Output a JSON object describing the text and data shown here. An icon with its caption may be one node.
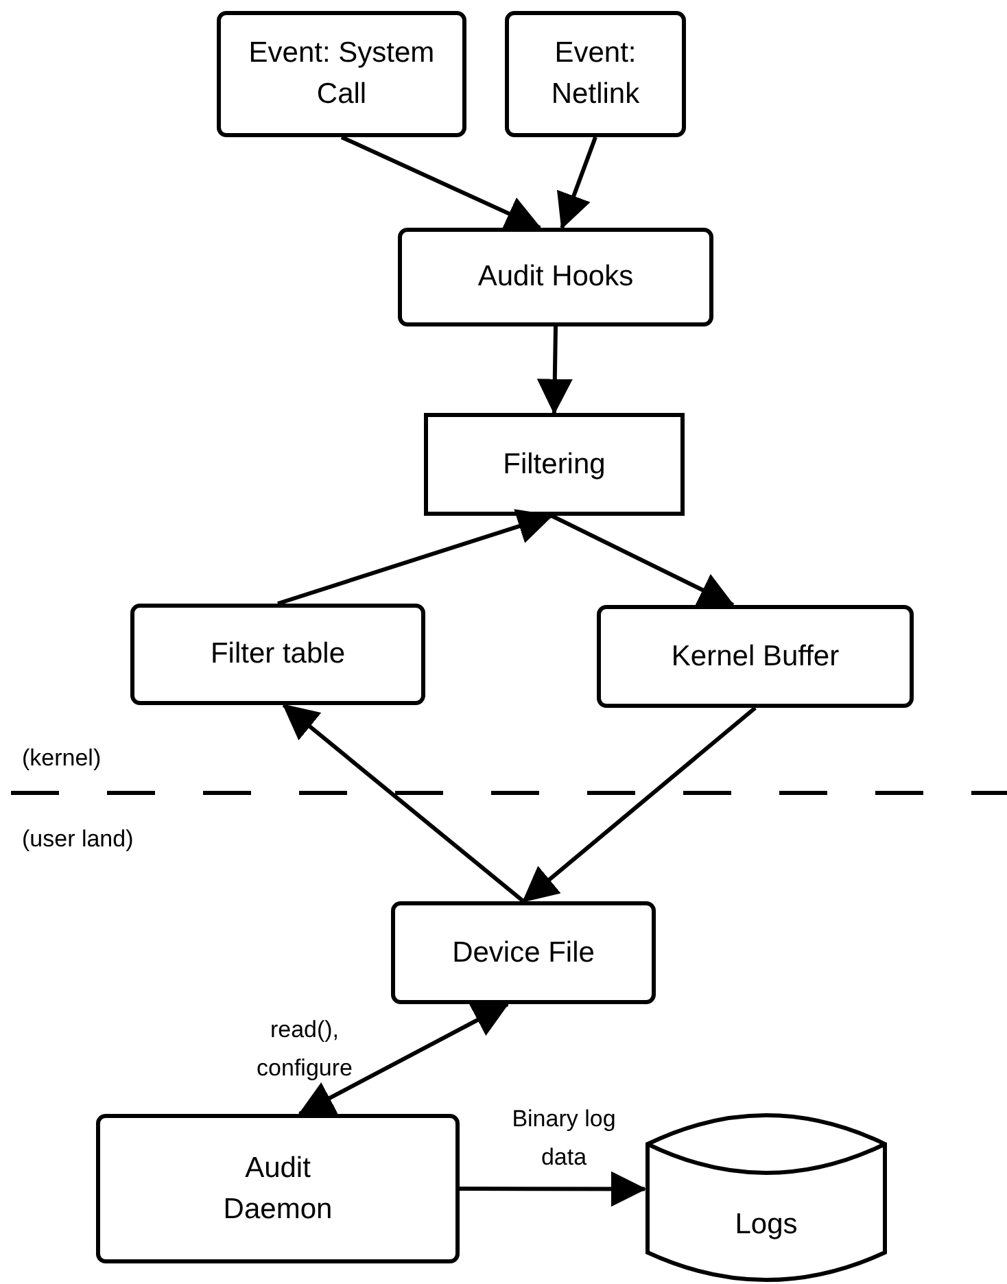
{
  "diagram": {
    "nodes": [
      {
        "text": [
          "Event: System Call"
        ]
      },
      {
        "text": [
          "Event: Netlink"
        ]
      },
      {
        "text": [
          "Audit Hooks"
        ]
      },
      {
        "text": [
          "Filtering"
        ]
      },
      {
        "text": [
          "Filter table"
        ]
      },
      {
        "text": [
          "Kernel Buffer"
        ]
      },
      {
        "text": [
          "Device File"
        ]
      },
      {
        "text": [
          "Audit Daemon"
        ]
      },
      {
        "text": [
          "Logs"
        ]
      }
    ],
    "edges": [
      {
        "from": 0,
        "to": 2,
        "arrow": "to"
      },
      {
        "from": 1,
        "to": 2,
        "arrow": "to"
      },
      {
        "from": 2,
        "to": 3,
        "arrow": "to"
      },
      {
        "from": 4,
        "to": 3,
        "arrow": "to"
      },
      {
        "from": 3,
        "to": 5,
        "arrow": "to"
      },
      {
        "from": 6,
        "to": 4,
        "arrow": "to"
      },
      {
        "from": 5,
        "to": 6,
        "arrow": "to"
      },
      {
        "from": 6,
        "to": 7,
        "arrow": "both",
        "label": "read(), configure"
      },
      {
        "from": 7,
        "to": 8,
        "arrow": "to",
        "label": "Binary log data"
      }
    ],
    "labels": [
      "(kernel)",
      "(user land)"
    ]
  }
}
